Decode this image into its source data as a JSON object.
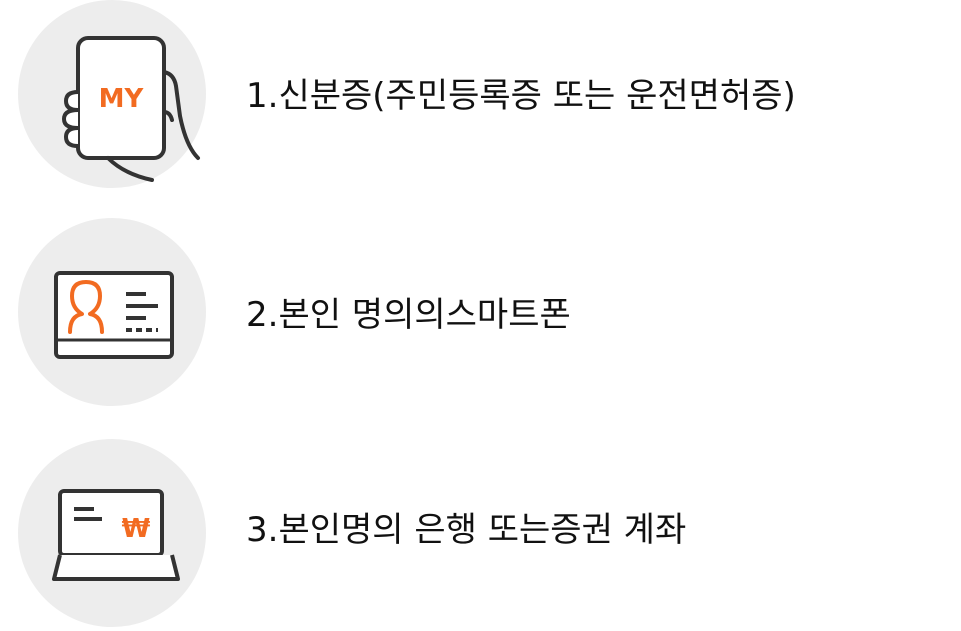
{
  "requirements": [
    {
      "label": "1.신분증(주민등록증 또는 운전면허증)",
      "icon": "phone-my-icon",
      "icon_text": "MY"
    },
    {
      "label": "2.본인 명의의스마트폰",
      "icon": "id-card-icon"
    },
    {
      "label": "3.본인명의 은행 또는증권 계좌",
      "icon": "bank-card-won-icon",
      "icon_text": "₩"
    }
  ],
  "colors": {
    "accent": "#f26b21",
    "icon_stroke": "#333333",
    "circle_bg": "#ededed",
    "text": "#111111"
  }
}
